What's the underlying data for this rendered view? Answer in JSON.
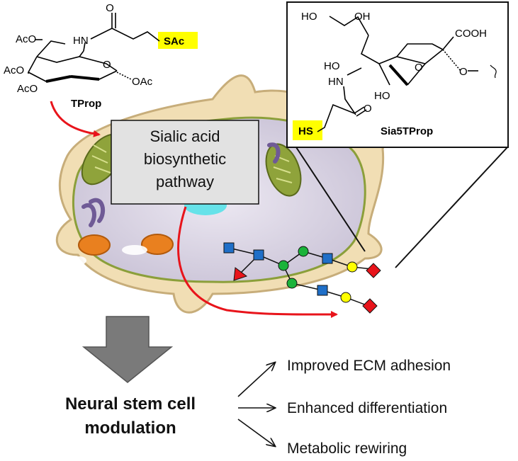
{
  "tprop": {
    "label": "TProp",
    "groups": {
      "aco1": "AcO",
      "aco2": "AcO",
      "aco3": "AcO",
      "oac": "OAc",
      "nh": "HN",
      "o_carbonyl": "O",
      "o_ring": "O",
      "sac": "SAc"
    }
  },
  "sia": {
    "label": "Sia5TProp",
    "groups": {
      "ho1": "HO",
      "oh1": "OH",
      "ho2": "HO",
      "hn": "HN",
      "cooh": "COOH",
      "o_ring": "O",
      "o_link": "O",
      "ho3": "HO",
      "o_carbonyl": "O",
      "hs": "HS"
    }
  },
  "pathway_box": [
    "Sialic acid",
    "biosynthetic",
    "pathway"
  ],
  "modulation": [
    "Neural stem cell",
    "modulation"
  ],
  "outcomes": [
    "Improved ECM adhesion",
    "Enhanced differentiation",
    "Metabolic rewiring"
  ],
  "colors": {
    "highlight": "#ffff00",
    "arrow_red": "#e8141b",
    "big_arrow": "#777777",
    "glycan_blue": "#1f6fc8",
    "glycan_green": "#1bb33a",
    "glycan_yellow": "#ffff00",
    "glycan_red": "#e8141b"
  }
}
